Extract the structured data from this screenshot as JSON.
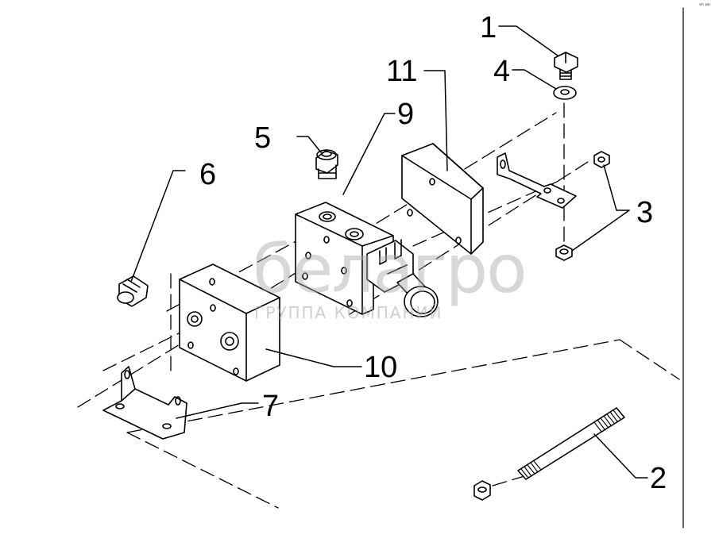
{
  "corner_mark": "ᵒʰ ᵖᵖ",
  "watermark": {
    "brand": "белагро",
    "tagline": "ГРУППА КОМПАНИЙ"
  },
  "callouts": {
    "c1": "1",
    "c2": "2",
    "c3": "3",
    "c4": "4",
    "c5": "5",
    "c6": "6",
    "c7": "7",
    "c9": "9",
    "c10": "10",
    "c11": "11"
  }
}
